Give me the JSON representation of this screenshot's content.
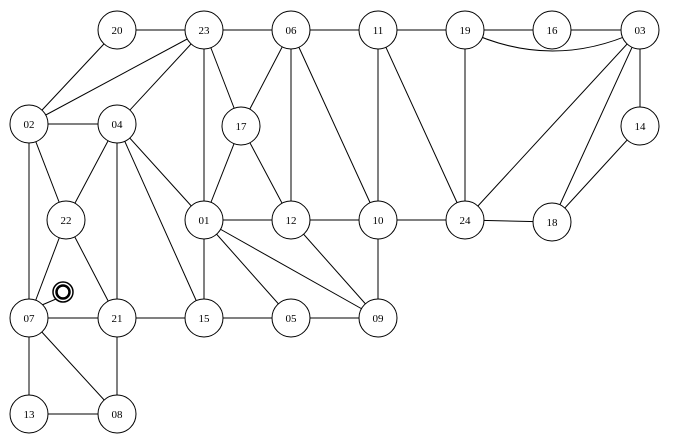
{
  "colors": {
    "background": "#ffffff",
    "stroke": "#000000",
    "node_fill": "#ffffff"
  },
  "nodes": [
    {
      "id": "20",
      "label": "20"
    },
    {
      "id": "23",
      "label": "23"
    },
    {
      "id": "06",
      "label": "06"
    },
    {
      "id": "11",
      "label": "11"
    },
    {
      "id": "19",
      "label": "19"
    },
    {
      "id": "16",
      "label": "16"
    },
    {
      "id": "03",
      "label": "03"
    },
    {
      "id": "02",
      "label": "02"
    },
    {
      "id": "04",
      "label": "04"
    },
    {
      "id": "17",
      "label": "17"
    },
    {
      "id": "14",
      "label": "14"
    },
    {
      "id": "22",
      "label": "22"
    },
    {
      "id": "01",
      "label": "01"
    },
    {
      "id": "12",
      "label": "12"
    },
    {
      "id": "10",
      "label": "10"
    },
    {
      "id": "24",
      "label": "24"
    },
    {
      "id": "18",
      "label": "18"
    },
    {
      "id": "07",
      "label": "07"
    },
    {
      "id": "21",
      "label": "21"
    },
    {
      "id": "15",
      "label": "15"
    },
    {
      "id": "05",
      "label": "05"
    },
    {
      "id": "09",
      "label": "09"
    },
    {
      "id": "13",
      "label": "13"
    },
    {
      "id": "08",
      "label": "08"
    }
  ],
  "edges": [
    [
      "20",
      "23"
    ],
    [
      "20",
      "02"
    ],
    [
      "23",
      "06"
    ],
    [
      "23",
      "02"
    ],
    [
      "23",
      "04"
    ],
    [
      "23",
      "17"
    ],
    [
      "23",
      "01"
    ],
    [
      "06",
      "11"
    ],
    [
      "06",
      "17"
    ],
    [
      "06",
      "12"
    ],
    [
      "06",
      "10"
    ],
    [
      "11",
      "19"
    ],
    [
      "11",
      "10"
    ],
    [
      "11",
      "24"
    ],
    [
      "19",
      "16"
    ],
    [
      "19",
      "24"
    ],
    [
      "19",
      "03"
    ],
    [
      "16",
      "03"
    ],
    [
      "03",
      "14"
    ],
    [
      "03",
      "24"
    ],
    [
      "03",
      "18"
    ],
    [
      "14",
      "18"
    ],
    [
      "02",
      "04"
    ],
    [
      "02",
      "22"
    ],
    [
      "02",
      "07"
    ],
    [
      "04",
      "22"
    ],
    [
      "04",
      "21"
    ],
    [
      "04",
      "01"
    ],
    [
      "04",
      "15"
    ],
    [
      "17",
      "01"
    ],
    [
      "17",
      "12"
    ],
    [
      "22",
      "07"
    ],
    [
      "22",
      "21"
    ],
    [
      "01",
      "12"
    ],
    [
      "01",
      "15"
    ],
    [
      "01",
      "05"
    ],
    [
      "01",
      "09"
    ],
    [
      "12",
      "10"
    ],
    [
      "12",
      "09"
    ],
    [
      "10",
      "24"
    ],
    [
      "10",
      "09"
    ],
    [
      "24",
      "18"
    ],
    [
      "07",
      "21"
    ],
    [
      "07",
      "13"
    ],
    [
      "07",
      "08"
    ],
    [
      "21",
      "15"
    ],
    [
      "21",
      "08"
    ],
    [
      "15",
      "05"
    ],
    [
      "05",
      "09"
    ],
    [
      "13",
      "08"
    ]
  ],
  "curved_edges": [
    [
      "19",
      "03"
    ]
  ],
  "marker": {
    "name": "ring-marker",
    "attached_to": "07"
  }
}
